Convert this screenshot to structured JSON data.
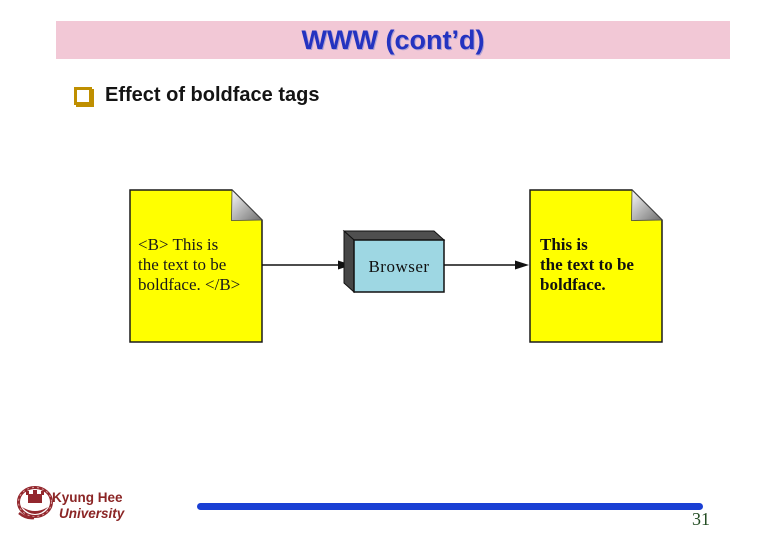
{
  "title": {
    "text": "WWW (cont’d)",
    "bar_color": "#f2c8d6",
    "text_color": "#2433c0"
  },
  "bullet": {
    "icon": "square-outline-bullet",
    "label": "Effect of boldface tags",
    "bullet_color": "#bf8f00"
  },
  "diagram": {
    "left_document": {
      "fill": "#ffff00",
      "lines": [
        "<B> This is",
        "the text to be",
        "boldface. </B>"
      ]
    },
    "browser_box": {
      "label": "Browser",
      "face_color": "#9ed7e3",
      "side_color": "#4f4f4f"
    },
    "right_document": {
      "fill": "#ffff00",
      "lines": [
        "This is",
        "the text to be",
        "boldface."
      ]
    }
  },
  "footer": {
    "institution_line1": "Kyung Hee",
    "institution_line2": "University",
    "institution_color": "#8b2525",
    "line_color": "#1a3fd4",
    "page_number": "31"
  }
}
